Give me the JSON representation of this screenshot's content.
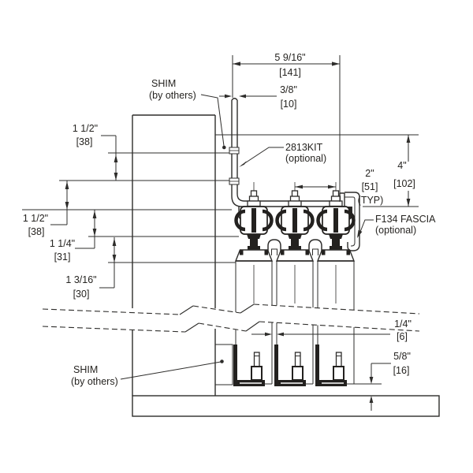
{
  "drawing": {
    "kind": "installation-section-detail",
    "colors": {
      "line": "#2e2d2b",
      "background": "#ffffff",
      "solid_fill": "#23211f"
    },
    "labels": {
      "shim_top": {
        "l1": "SHIM",
        "l2": "(by others)"
      },
      "kit": {
        "l1": "2813KIT",
        "l2": "(optional)"
      },
      "fascia": {
        "l1": "F134 FASCIA",
        "l2": "(optional)"
      },
      "shim_bottom": {
        "l1": "SHIM",
        "l2": "(by others)"
      }
    },
    "dims": {
      "d141": {
        "in": "5 9/16\"",
        "mm": "[141]"
      },
      "d10": {
        "in": "3/8\"",
        "mm": "[10]"
      },
      "d51": {
        "in": "2\"",
        "mm": "[51]",
        "note": "(TYP)"
      },
      "d102": {
        "in": "4\"",
        "mm": "[102]"
      },
      "d38a": {
        "in": "1 1/2\"",
        "mm": "[38]"
      },
      "d38b": {
        "in": "1 1/2\"",
        "mm": "[38]"
      },
      "d31": {
        "in": "1 1/4\"",
        "mm": "[31]"
      },
      "d30": {
        "in": "1 3/16\"",
        "mm": "[30]"
      },
      "d6": {
        "in": "1/4\"",
        "mm": "[6]"
      },
      "d16": {
        "in": "5/8\"",
        "mm": "[16]"
      }
    }
  }
}
